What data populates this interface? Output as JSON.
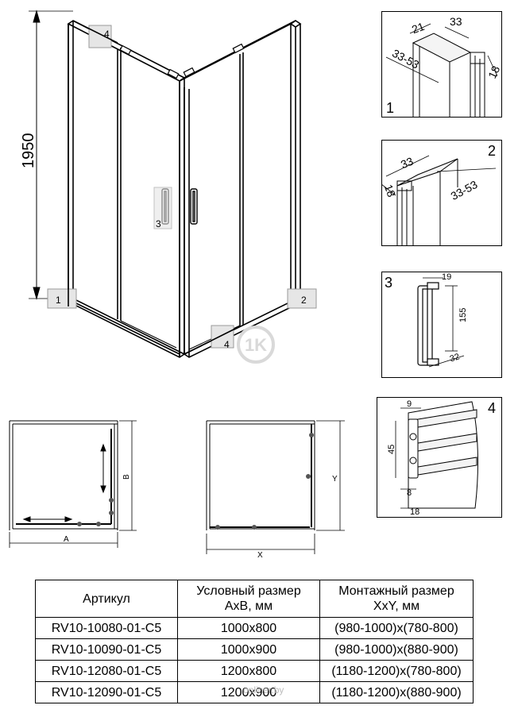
{
  "main_drawing": {
    "height_label": "1950",
    "callout_1": "1",
    "callout_2": "2",
    "callout_3": "3",
    "callout_4_top": "4",
    "callout_4_bottom": "4"
  },
  "detail_1": {
    "number": "1",
    "dim_a": "21",
    "dim_b": "33",
    "dim_c": "33-53",
    "dim_d": "18"
  },
  "detail_2": {
    "number": "2",
    "dim_a": "33",
    "dim_b": "18",
    "dim_c": "33-53"
  },
  "detail_3": {
    "number": "3",
    "dim_width": "19",
    "dim_height": "155",
    "dim_depth": "32"
  },
  "detail_4": {
    "number": "4",
    "dim_top": "9",
    "dim_height": "45",
    "dim_gap": "8",
    "dim_bottom": "18"
  },
  "plan_ab": {
    "label_a": "A",
    "label_b": "B"
  },
  "plan_xy": {
    "label_x": "X",
    "label_y": "Y"
  },
  "watermark": {
    "logo_text": "1K",
    "site_text": "onliner.by"
  },
  "table": {
    "headers": [
      "Артикул",
      "Условный размер\nAxB, мм",
      "Монтажный размер\nXxY, мм"
    ],
    "rows": [
      [
        "RV10-10080-01-C5",
        "1000x800",
        "(980-1000)x(780-800)"
      ],
      [
        "RV10-10090-01-C5",
        "1000x900",
        "(980-1000)x(880-900)"
      ],
      [
        "RV10-12080-01-C5",
        "1200x800",
        "(1180-1200)x(780-800)"
      ],
      [
        "RV10-12090-01-C5",
        "1200x900",
        "(1180-1200)x(880-900)"
      ]
    ]
  }
}
